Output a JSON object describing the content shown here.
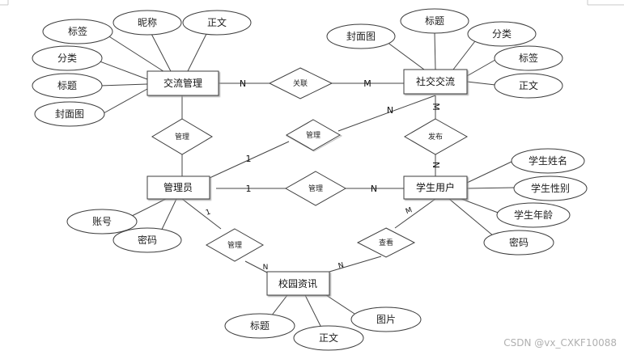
{
  "entities": {
    "exchange": "交流管理",
    "social": "社交交流",
    "admin": "管理员",
    "student": "学生用户",
    "news": "校园资讯"
  },
  "attributes": {
    "exchange": [
      "标签",
      "昵称",
      "正文",
      "分类",
      "标题",
      "封面图"
    ],
    "social": [
      "封面图",
      "标题",
      "分类",
      "标签",
      "正文"
    ],
    "admin": [
      "账号",
      "密码"
    ],
    "student": [
      "学生姓名",
      "学生性别",
      "学生年龄",
      "密码"
    ],
    "news": [
      "标题",
      "正文",
      "图片"
    ]
  },
  "relationships": {
    "associate": "关联",
    "manage_exchange": "管理",
    "publish": "发布",
    "manage_social": "管理",
    "manage_student": "管理",
    "manage_news": "管理",
    "view": "查看"
  },
  "cardinalities": {
    "exchange_assoc": "N",
    "assoc_social": "M",
    "social_manage": "N",
    "admin_manage_social": "1",
    "social_publish": "M",
    "publish_student": "N",
    "admin_manage_student": "1",
    "manage_student_student": "N",
    "admin_manage_news": "1",
    "manage_news_news": "N",
    "news_view": "N",
    "view_student": "M"
  },
  "watermark": "CSDN @vx_CXKF10088"
}
